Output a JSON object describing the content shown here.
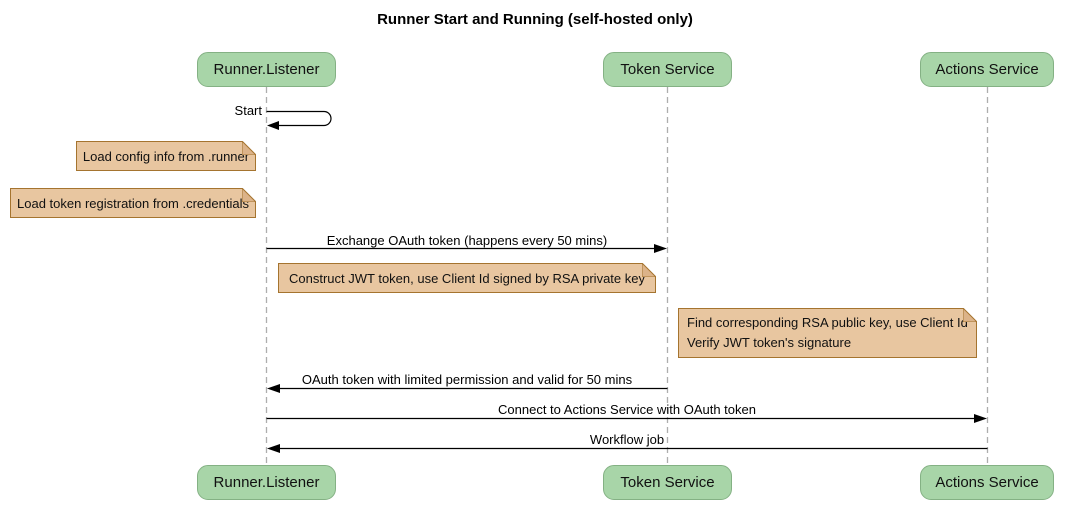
{
  "title": "Runner Start and Running (self-hosted only)",
  "colors": {
    "actor_fill": "#a8d5a8",
    "actor_border": "#84b184",
    "note_fill": "#e8c6a0",
    "note_border": "#a5742f",
    "note_fold": "#dcb389",
    "lifeline": "#adadad",
    "arrow": "#000000"
  },
  "actors": [
    {
      "name": "Runner.Listener"
    },
    {
      "name": "Token Service"
    },
    {
      "name": "Actions Service"
    }
  ],
  "messages": {
    "start": "Start",
    "exchange": "Exchange OAuth token (happens every 50 mins)",
    "oauth_return": "OAuth token with limited permission and valid for 50 mins",
    "connect": "Connect to Actions Service with OAuth token",
    "workflow": "Workflow job"
  },
  "notes": {
    "load_config": "Load config info from .runner",
    "load_token": "Load token registration from .credentials",
    "construct_jwt": "Construct JWT token, use Client Id signed by RSA private key",
    "find_rsa_1": "Find corresponding RSA public key, use Client Id",
    "find_rsa_2": "Verify JWT token's signature"
  }
}
